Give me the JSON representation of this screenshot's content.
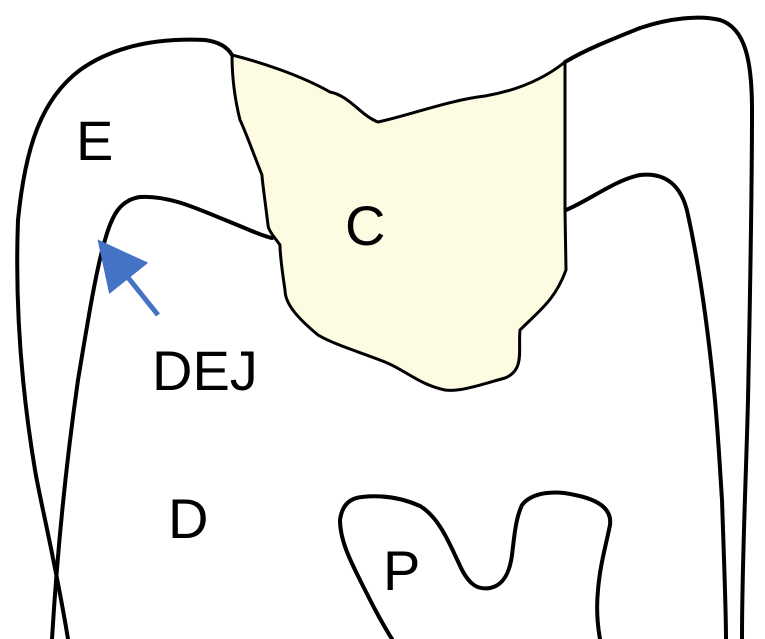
{
  "labels": {
    "enamel": "E",
    "caries": "C",
    "dej": "DEJ",
    "dentin": "D",
    "pulp": "P"
  },
  "colors": {
    "outline": "#000000",
    "caries_fill": "#fdfbe2",
    "arrow": "#4472c4",
    "background": "#ffffff"
  },
  "icons": {
    "dej_pointer": "arrow-icon"
  }
}
